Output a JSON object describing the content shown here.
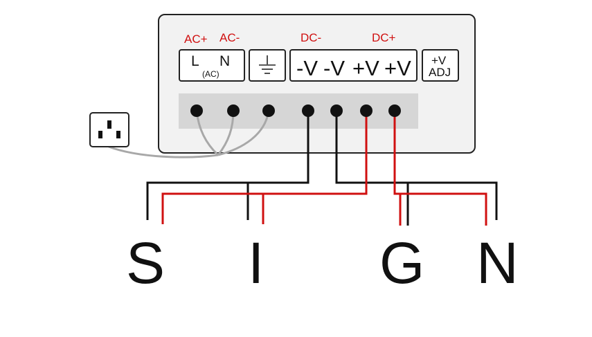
{
  "labels": {
    "ac_plus": "AC+",
    "ac_minus": "AC-",
    "dc_minus": "DC-",
    "dc_plus": "DC+"
  },
  "terminals": {
    "l": "L",
    "n": "N",
    "ac": "(AC)",
    "v_minus_1": "-V",
    "v_minus_2": "-V",
    "v_plus_1": "+V",
    "v_plus_2": "+V",
    "adj_top": "+V",
    "adj_bottom": "ADJ"
  },
  "sign_letters": [
    "S",
    "I",
    "G",
    "N"
  ],
  "colors": {
    "red": "#d01010",
    "black": "#111111",
    "gray_wire": "#a8a8a8",
    "terminal_strip": "#d6d6d6",
    "box_fill": "#f2f2f2"
  },
  "icons": {
    "outlet": "power-outlet-icon",
    "ground": "ground-symbol-icon"
  }
}
